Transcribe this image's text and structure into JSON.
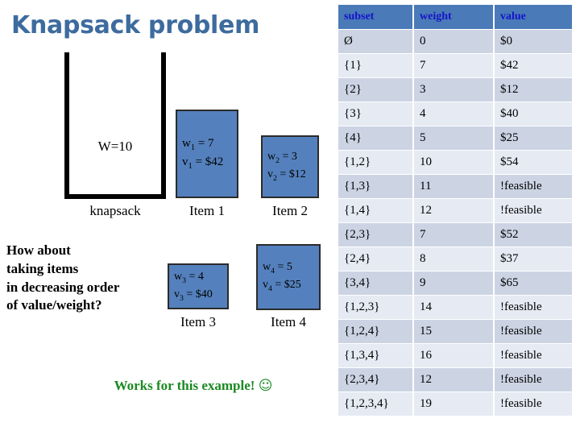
{
  "page_title": "Knapsack problem",
  "knapsack": {
    "capacity_label": "W=10",
    "caption": "knapsack"
  },
  "items": [
    {
      "id": "item1",
      "weight_line": "w1 = 7",
      "value_line": "v1 = $42",
      "caption": "Item 1"
    },
    {
      "id": "item2",
      "weight_line": "w2 = 3",
      "value_line": "v2 = $12",
      "caption": "Item 2"
    },
    {
      "id": "item3",
      "weight_line": "w3 = 4",
      "value_line": "v3 = $40",
      "caption": "Item 3"
    },
    {
      "id": "item4",
      "weight_line": "w4 = 5",
      "value_line": "v4 = $25",
      "caption": "Item 4"
    }
  ],
  "question_text": "How about taking items in decreasing order of value/weight?",
  "question_lines": [
    "How about",
    "taking items",
    "in decreasing order",
    "of value/weight?"
  ],
  "conclusion": {
    "text": "Works for this example!",
    "smiley": "☺",
    "color": "#1a8a22"
  },
  "table": {
    "columns": [
      "subset",
      "weight",
      "value"
    ],
    "rows": [
      {
        "subset": "Ø",
        "weight": "0",
        "value": "$0"
      },
      {
        "subset": "{1}",
        "weight": "7",
        "value": "$42"
      },
      {
        "subset": "{2}",
        "weight": "3",
        "value": "$12"
      },
      {
        "subset": "{3}",
        "weight": "4",
        "value": "$40"
      },
      {
        "subset": "{4}",
        "weight": "5",
        "value": "$25"
      },
      {
        "subset": "{1,2}",
        "weight": "10",
        "value": "$54"
      },
      {
        "subset": "{1,3}",
        "weight": "11",
        "value": "!feasible"
      },
      {
        "subset": "{1,4}",
        "weight": "12",
        "value": "!feasible"
      },
      {
        "subset": "{2,3}",
        "weight": "7",
        "value": "$52"
      },
      {
        "subset": "{2,4}",
        "weight": "8",
        "value": "$37"
      },
      {
        "subset": "{3,4}",
        "weight": "9",
        "value": "$65"
      },
      {
        "subset": "{1,2,3}",
        "weight": "14",
        "value": "!feasible"
      },
      {
        "subset": "{1,2,4}",
        "weight": "15",
        "value": "!feasible"
      },
      {
        "subset": "{1,3,4}",
        "weight": "16",
        "value": "!feasible"
      },
      {
        "subset": "{2,3,4}",
        "weight": "12",
        "value": "!feasible"
      },
      {
        "subset": "{1,2,3,4}",
        "weight": "19",
        "value": "!feasible"
      }
    ]
  },
  "colors": {
    "title": "#3d6b9e",
    "item_fill": "#5481bd",
    "table_header_bg": "#4a7ab8",
    "table_header_text": "#1414c8",
    "table_row_odd": "#ccd4e4",
    "table_row_even": "#e6eaf3",
    "conclusion": "#1a8a22"
  }
}
